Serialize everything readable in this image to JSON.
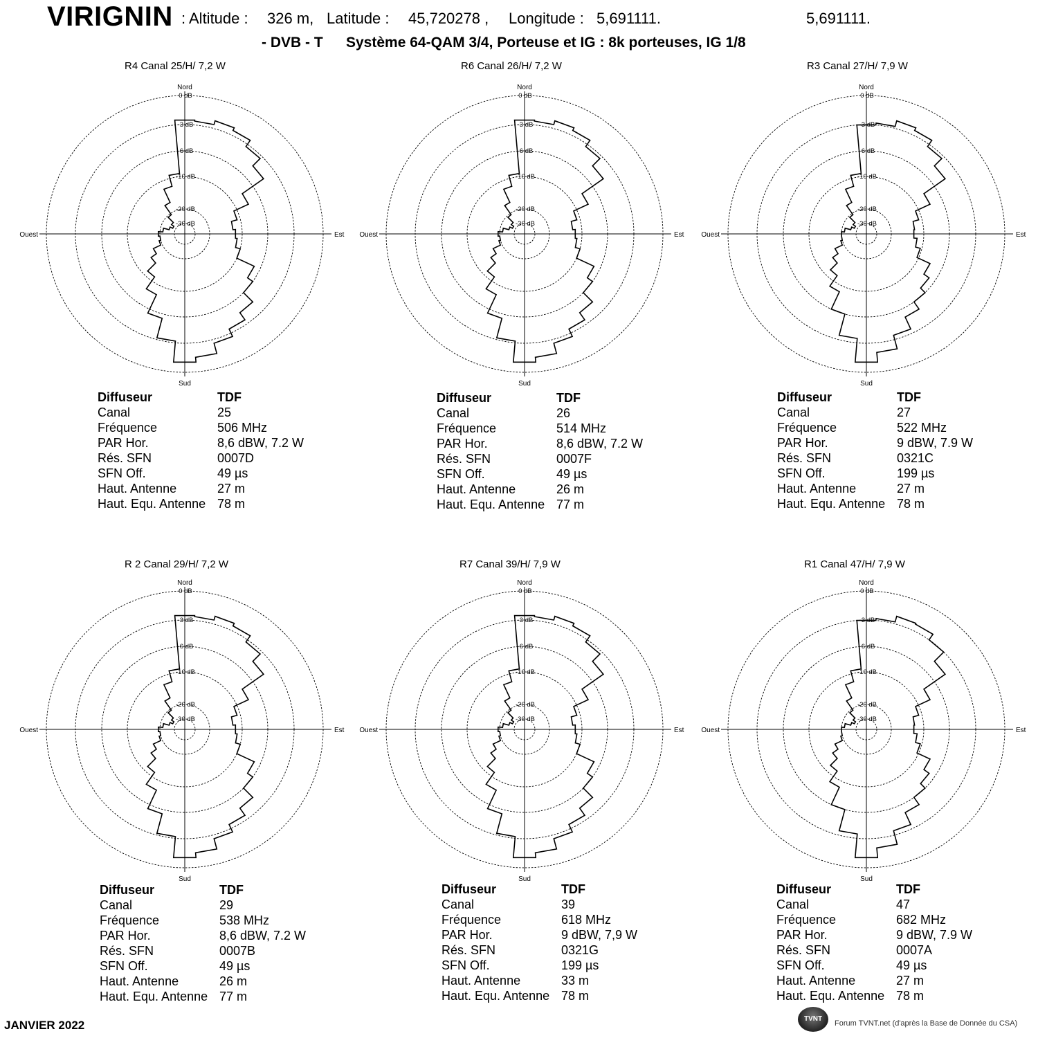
{
  "header": {
    "site": "VIRIGNIN",
    "altitude_label": ": Altitude :",
    "altitude_value": "326 m,",
    "latitude_label": "Latitude :",
    "latitude_value": "45,720278 ,",
    "longitude_label": "Longitude :",
    "longitude_value": "5,691111.",
    "longitude_repeat": "5,691111.",
    "standard": "- DVB - T",
    "system": "Système 64-QAM 3/4,  Porteuse et IG : 8k porteuses, IG 1/8"
  },
  "directions": {
    "north": "Nord",
    "east": "Est",
    "south": "Sud",
    "west": "Ouest"
  },
  "ring_labels": [
    "0 dB",
    "-3 dB",
    "-6 dB",
    "-10 dB",
    "-20 dB",
    "-30 dB"
  ],
  "chart_data": [
    {
      "type": "polar",
      "title": "R4  Canal 25/H/ 7,2 W",
      "rings_db": [
        0,
        -3,
        -6,
        -10,
        -20,
        -30
      ],
      "angles_deg": [
        0,
        10,
        20,
        30,
        40,
        50,
        60,
        70,
        80,
        90,
        100,
        110,
        120,
        130,
        140,
        150,
        160,
        170,
        180,
        190,
        200,
        210,
        220,
        230,
        240,
        250,
        260,
        270,
        280,
        290,
        300,
        310,
        320,
        330,
        340,
        350
      ],
      "gain_db": [
        -2.5,
        -2.6,
        -2.2,
        -2.5,
        -3.3,
        -4.5,
        -8,
        -11,
        -12.8,
        -12,
        -11.5,
        -10,
        -7,
        -6,
        -4.5,
        -3.5,
        -2.6,
        -1.5,
        -1,
        -3.2,
        -5.5,
        -8.5,
        -11.5,
        -15,
        -17,
        -19.5,
        -20,
        -19.5,
        -22,
        -26,
        -28,
        -26,
        -21,
        -17,
        -12.5,
        -9.5
      ],
      "info": {
        "diffuseur": "TDF",
        "canal": "25",
        "frequence": "506 MHz",
        "par_hor": "8,6 dBW, 7.2 W",
        "res_sfn": "0007D",
        "sfn_off": "49 µs",
        "haut_antenne": "27 m",
        "haut_equ_antenne": "78 m"
      }
    },
    {
      "type": "polar",
      "title": "R6   Canal  26/H/ 7,2 W",
      "rings_db": [
        0,
        -3,
        -6,
        -10,
        -20,
        -30
      ],
      "angles_deg": [
        0,
        10,
        20,
        30,
        40,
        50,
        60,
        70,
        80,
        90,
        100,
        110,
        120,
        130,
        140,
        150,
        160,
        170,
        180,
        190,
        200,
        210,
        220,
        230,
        240,
        250,
        260,
        270,
        280,
        290,
        300,
        310,
        320,
        330,
        340,
        350
      ],
      "gain_db": [
        -2.5,
        -2.6,
        -2.2,
        -2.5,
        -3.3,
        -4.5,
        -8,
        -11,
        -12.8,
        -12,
        -11.5,
        -10,
        -7,
        -6,
        -4.5,
        -3.5,
        -2.6,
        -1.5,
        -1,
        -3.2,
        -5.5,
        -8.5,
        -11.5,
        -15,
        -17,
        -19.5,
        -20,
        -19.5,
        -22,
        -26,
        -28,
        -26,
        -21,
        -17,
        -12.5,
        -9.5
      ],
      "info": {
        "diffuseur": "TDF",
        "canal": "26",
        "frequence": "514 MHz",
        "par_hor": "8,6 dBW, 7.2 W",
        "res_sfn": "0007F",
        "sfn_off": "49 µs",
        "haut_antenne": "26 m",
        "haut_equ_antenne": "77 m"
      }
    },
    {
      "type": "polar",
      "title": "R3  Canal 27/H/ 7,9 W",
      "rings_db": [
        0,
        -3,
        -6,
        -10,
        -20,
        -30
      ],
      "angles_deg": [
        0,
        10,
        20,
        30,
        40,
        50,
        60,
        70,
        80,
        90,
        100,
        110,
        120,
        130,
        140,
        150,
        160,
        170,
        180,
        190,
        200,
        210,
        220,
        230,
        240,
        250,
        260,
        270,
        280,
        290,
        300,
        310,
        320,
        330,
        340,
        350
      ],
      "gain_db": [
        -3,
        -2.8,
        -2.2,
        -2.5,
        -3.3,
        -4.5,
        -8,
        -11,
        -12.8,
        -13,
        -12,
        -10.5,
        -8,
        -7,
        -6,
        -5,
        -3.5,
        -2,
        -1,
        -3.5,
        -6,
        -9,
        -12,
        -15,
        -17,
        -19.5,
        -20,
        -20,
        -22,
        -26,
        -28,
        -26,
        -21,
        -17,
        -12.5,
        -9.5
      ],
      "info": {
        "diffuseur": "TDF",
        "canal": "27",
        "frequence": "522 MHz",
        "par_hor": "9 dBW, 7.9 W",
        "res_sfn": "0321C",
        "sfn_off": "199 µs",
        "haut_antenne": "27 m",
        "haut_equ_antenne": "78 m"
      }
    },
    {
      "type": "polar",
      "title": "R 2  Canal 29/H/ 7,2 W",
      "rings_db": [
        0,
        -3,
        -6,
        -10,
        -20,
        -30
      ],
      "angles_deg": [
        0,
        10,
        20,
        30,
        40,
        50,
        60,
        70,
        80,
        90,
        100,
        110,
        120,
        130,
        140,
        150,
        160,
        170,
        180,
        190,
        200,
        210,
        220,
        230,
        240,
        250,
        260,
        270,
        280,
        290,
        300,
        310,
        320,
        330,
        340,
        350
      ],
      "gain_db": [
        -2.5,
        -2.6,
        -2.2,
        -2.5,
        -3.3,
        -4.5,
        -8,
        -11,
        -12.8,
        -12,
        -11.5,
        -10,
        -7,
        -6,
        -4.5,
        -3.5,
        -2.6,
        -1.5,
        -1,
        -3.2,
        -5.5,
        -8.5,
        -11.5,
        -15,
        -17,
        -19.5,
        -20,
        -19.5,
        -22,
        -26,
        -28,
        -26,
        -21,
        -17,
        -12.5,
        -9.5
      ],
      "info": {
        "diffuseur": "TDF",
        "canal": "29",
        "frequence": "538 MHz",
        "par_hor": "8,6 dBW, 7.2 W",
        "res_sfn": "0007B",
        "sfn_off": "49 µs",
        "haut_antenne": "26 m",
        "haut_equ_antenne": "77 m"
      }
    },
    {
      "type": "polar",
      "title": "R7    Canal  39/H/ 7,9 W",
      "rings_db": [
        0,
        -3,
        -6,
        -10,
        -20,
        -30
      ],
      "angles_deg": [
        0,
        10,
        20,
        30,
        40,
        50,
        60,
        70,
        80,
        90,
        100,
        110,
        120,
        130,
        140,
        150,
        160,
        170,
        180,
        190,
        200,
        210,
        220,
        230,
        240,
        250,
        260,
        270,
        280,
        290,
        300,
        310,
        320,
        330,
        340,
        350
      ],
      "gain_db": [
        -2.5,
        -2.6,
        -2.2,
        -2.5,
        -3.3,
        -4.5,
        -8,
        -11,
        -12.8,
        -12,
        -11.5,
        -10,
        -7,
        -6,
        -4.5,
        -3.5,
        -2.6,
        -1.5,
        -1,
        -3.2,
        -5.5,
        -8.5,
        -11.5,
        -15,
        -17,
        -19.5,
        -20,
        -19.5,
        -22,
        -26,
        -28,
        -26,
        -21,
        -17,
        -12.5,
        -9.5
      ],
      "info": {
        "diffuseur": "TDF",
        "canal": "39",
        "frequence": "618 MHz",
        "par_hor": "9 dBW, 7,9 W",
        "res_sfn": "0321G",
        "sfn_off": "199 µs",
        "haut_antenne": "33 m",
        "haut_equ_antenne": "78 m"
      }
    },
    {
      "type": "polar",
      "title": "R1   Canal   47/H/ 7,9 W",
      "rings_db": [
        0,
        -3,
        -6,
        -10,
        -20,
        -30
      ],
      "angles_deg": [
        0,
        10,
        20,
        30,
        40,
        50,
        60,
        70,
        80,
        90,
        100,
        110,
        120,
        130,
        140,
        150,
        160,
        170,
        180,
        190,
        200,
        210,
        220,
        230,
        240,
        250,
        260,
        270,
        280,
        290,
        300,
        310,
        320,
        330,
        340,
        350
      ],
      "gain_db": [
        -3,
        -2.8,
        -2.2,
        -2.3,
        -3,
        -4.5,
        -8,
        -11,
        -12.8,
        -13,
        -12,
        -10.5,
        -8,
        -7,
        -6,
        -5,
        -3.5,
        -2,
        -1,
        -3.5,
        -6,
        -9,
        -12,
        -15,
        -17,
        -19.5,
        -20,
        -20,
        -22,
        -26,
        -28,
        -26,
        -21,
        -17,
        -12.5,
        -9.5
      ],
      "info": {
        "diffuseur": "TDF",
        "canal": "47",
        "frequence": "682 MHz",
        "par_hor": "9 dBW, 7.9 W",
        "res_sfn": "0007A",
        "sfn_off": "49 µs",
        "haut_antenne": "27 m",
        "haut_equ_antenne": "78 m"
      }
    }
  ],
  "labels": {
    "diffuseur": "Diffuseur",
    "canal": "Canal",
    "frequence": "Fréquence",
    "par_hor": "PAR Hor.",
    "res_sfn": "Rés. SFN",
    "sfn_off": "SFN Off.",
    "haut_antenne": "Haut. Antenne",
    "haut_equ_antenne": "Haut. Equ. Antenne"
  },
  "footer": {
    "date": "JANVIER  2022",
    "logo": "TVNT",
    "credit": "Forum TVNT.net (d'après la Base de Donnée du CSA)"
  }
}
